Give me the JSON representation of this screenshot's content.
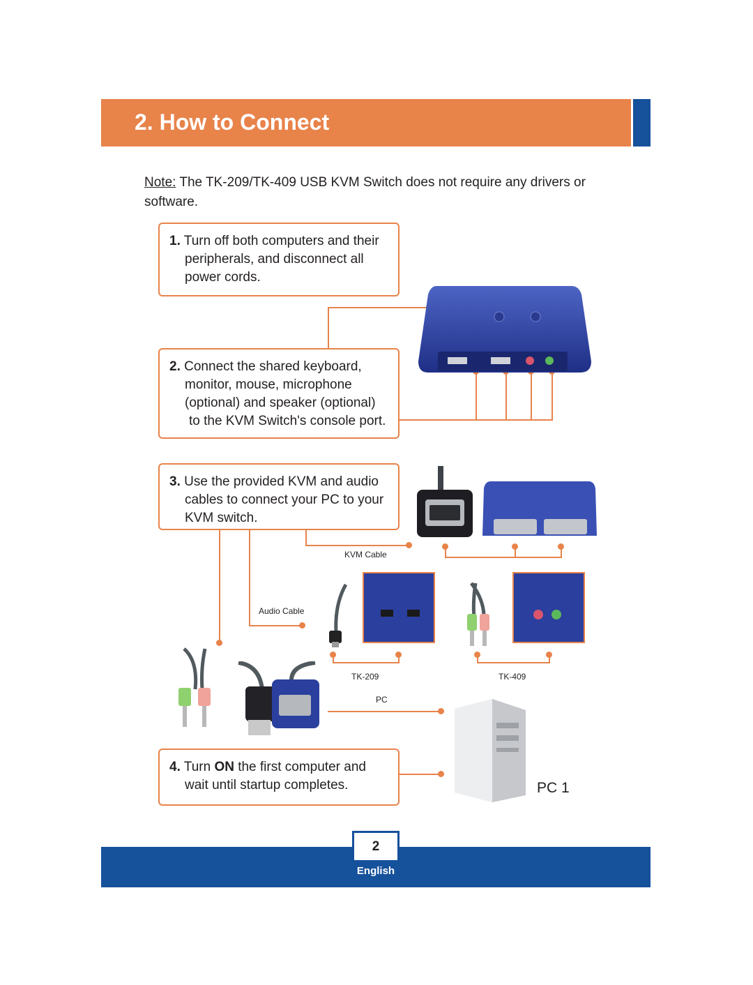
{
  "header": {
    "title": "2. How to Connect"
  },
  "note": {
    "label": "Note:",
    "text": " The TK-209/TK-409 USB KVM Switch does not require any drivers or software."
  },
  "steps": [
    {
      "num": "1.",
      "lines": [
        "Turn off both computers and their",
        "peripherals, and disconnect all",
        "power cords."
      ]
    },
    {
      "num": "2.",
      "lines": [
        "Connect the shared keyboard,",
        "monitor, mouse, microphone",
        "(optional) and speaker (optional)",
        "to the KVM Switch's console port."
      ]
    },
    {
      "num": "3.",
      "lines": [
        "Use the provided KVM and audio",
        "cables to connect your PC to your",
        "KVM switch."
      ]
    },
    {
      "num": "4.",
      "pre": "Turn ",
      "bold": "ON",
      "post": " the first computer and",
      "line2": "wait until startup completes."
    }
  ],
  "labels": {
    "kvm_cable": "KVM Cable",
    "audio_cable": "Audio Cable",
    "tk209": "TK-209",
    "tk409": "TK-409",
    "pc_small": "PC",
    "pc_big": "PC 1"
  },
  "footer": {
    "page_number": "2",
    "language": "English"
  },
  "colors": {
    "accent_orange": "#e8834a",
    "brand_blue": "#16519c",
    "device_blue": "#2b3f9e"
  }
}
